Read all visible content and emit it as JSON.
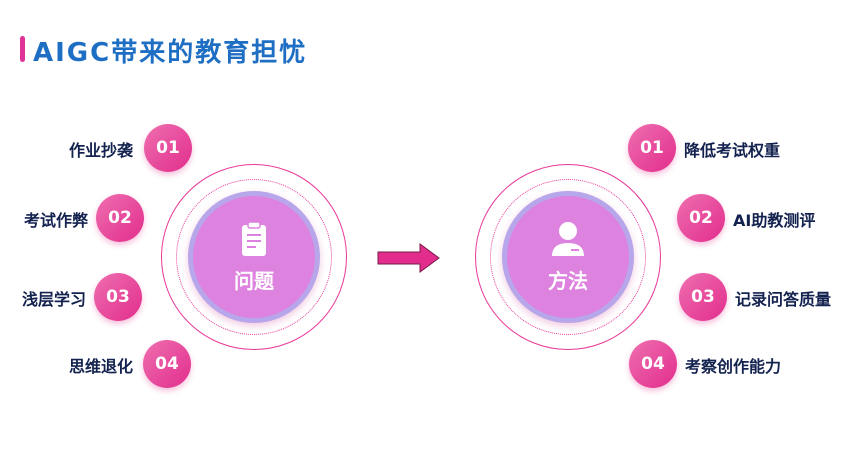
{
  "title": "AIGC带来的教育担忧",
  "problem": {
    "label": "问题",
    "icon": "clipboard-icon",
    "items": [
      {
        "num": "01",
        "text": "作业抄袭"
      },
      {
        "num": "02",
        "text": "考试作弊"
      },
      {
        "num": "03",
        "text": "浅层学习"
      },
      {
        "num": "04",
        "text": "思维退化"
      }
    ]
  },
  "method": {
    "label": "方法",
    "icon": "user-icon",
    "items": [
      {
        "num": "01",
        "text": "降低考试权重"
      },
      {
        "num": "02",
        "text": "AI助教测评"
      },
      {
        "num": "03",
        "text": "记录问答质量"
      },
      {
        "num": "04",
        "text": "考察创作能力"
      }
    ]
  },
  "colors": {
    "accent": "#e22d8c",
    "title": "#1e6fc3",
    "core": "#de82e0"
  }
}
